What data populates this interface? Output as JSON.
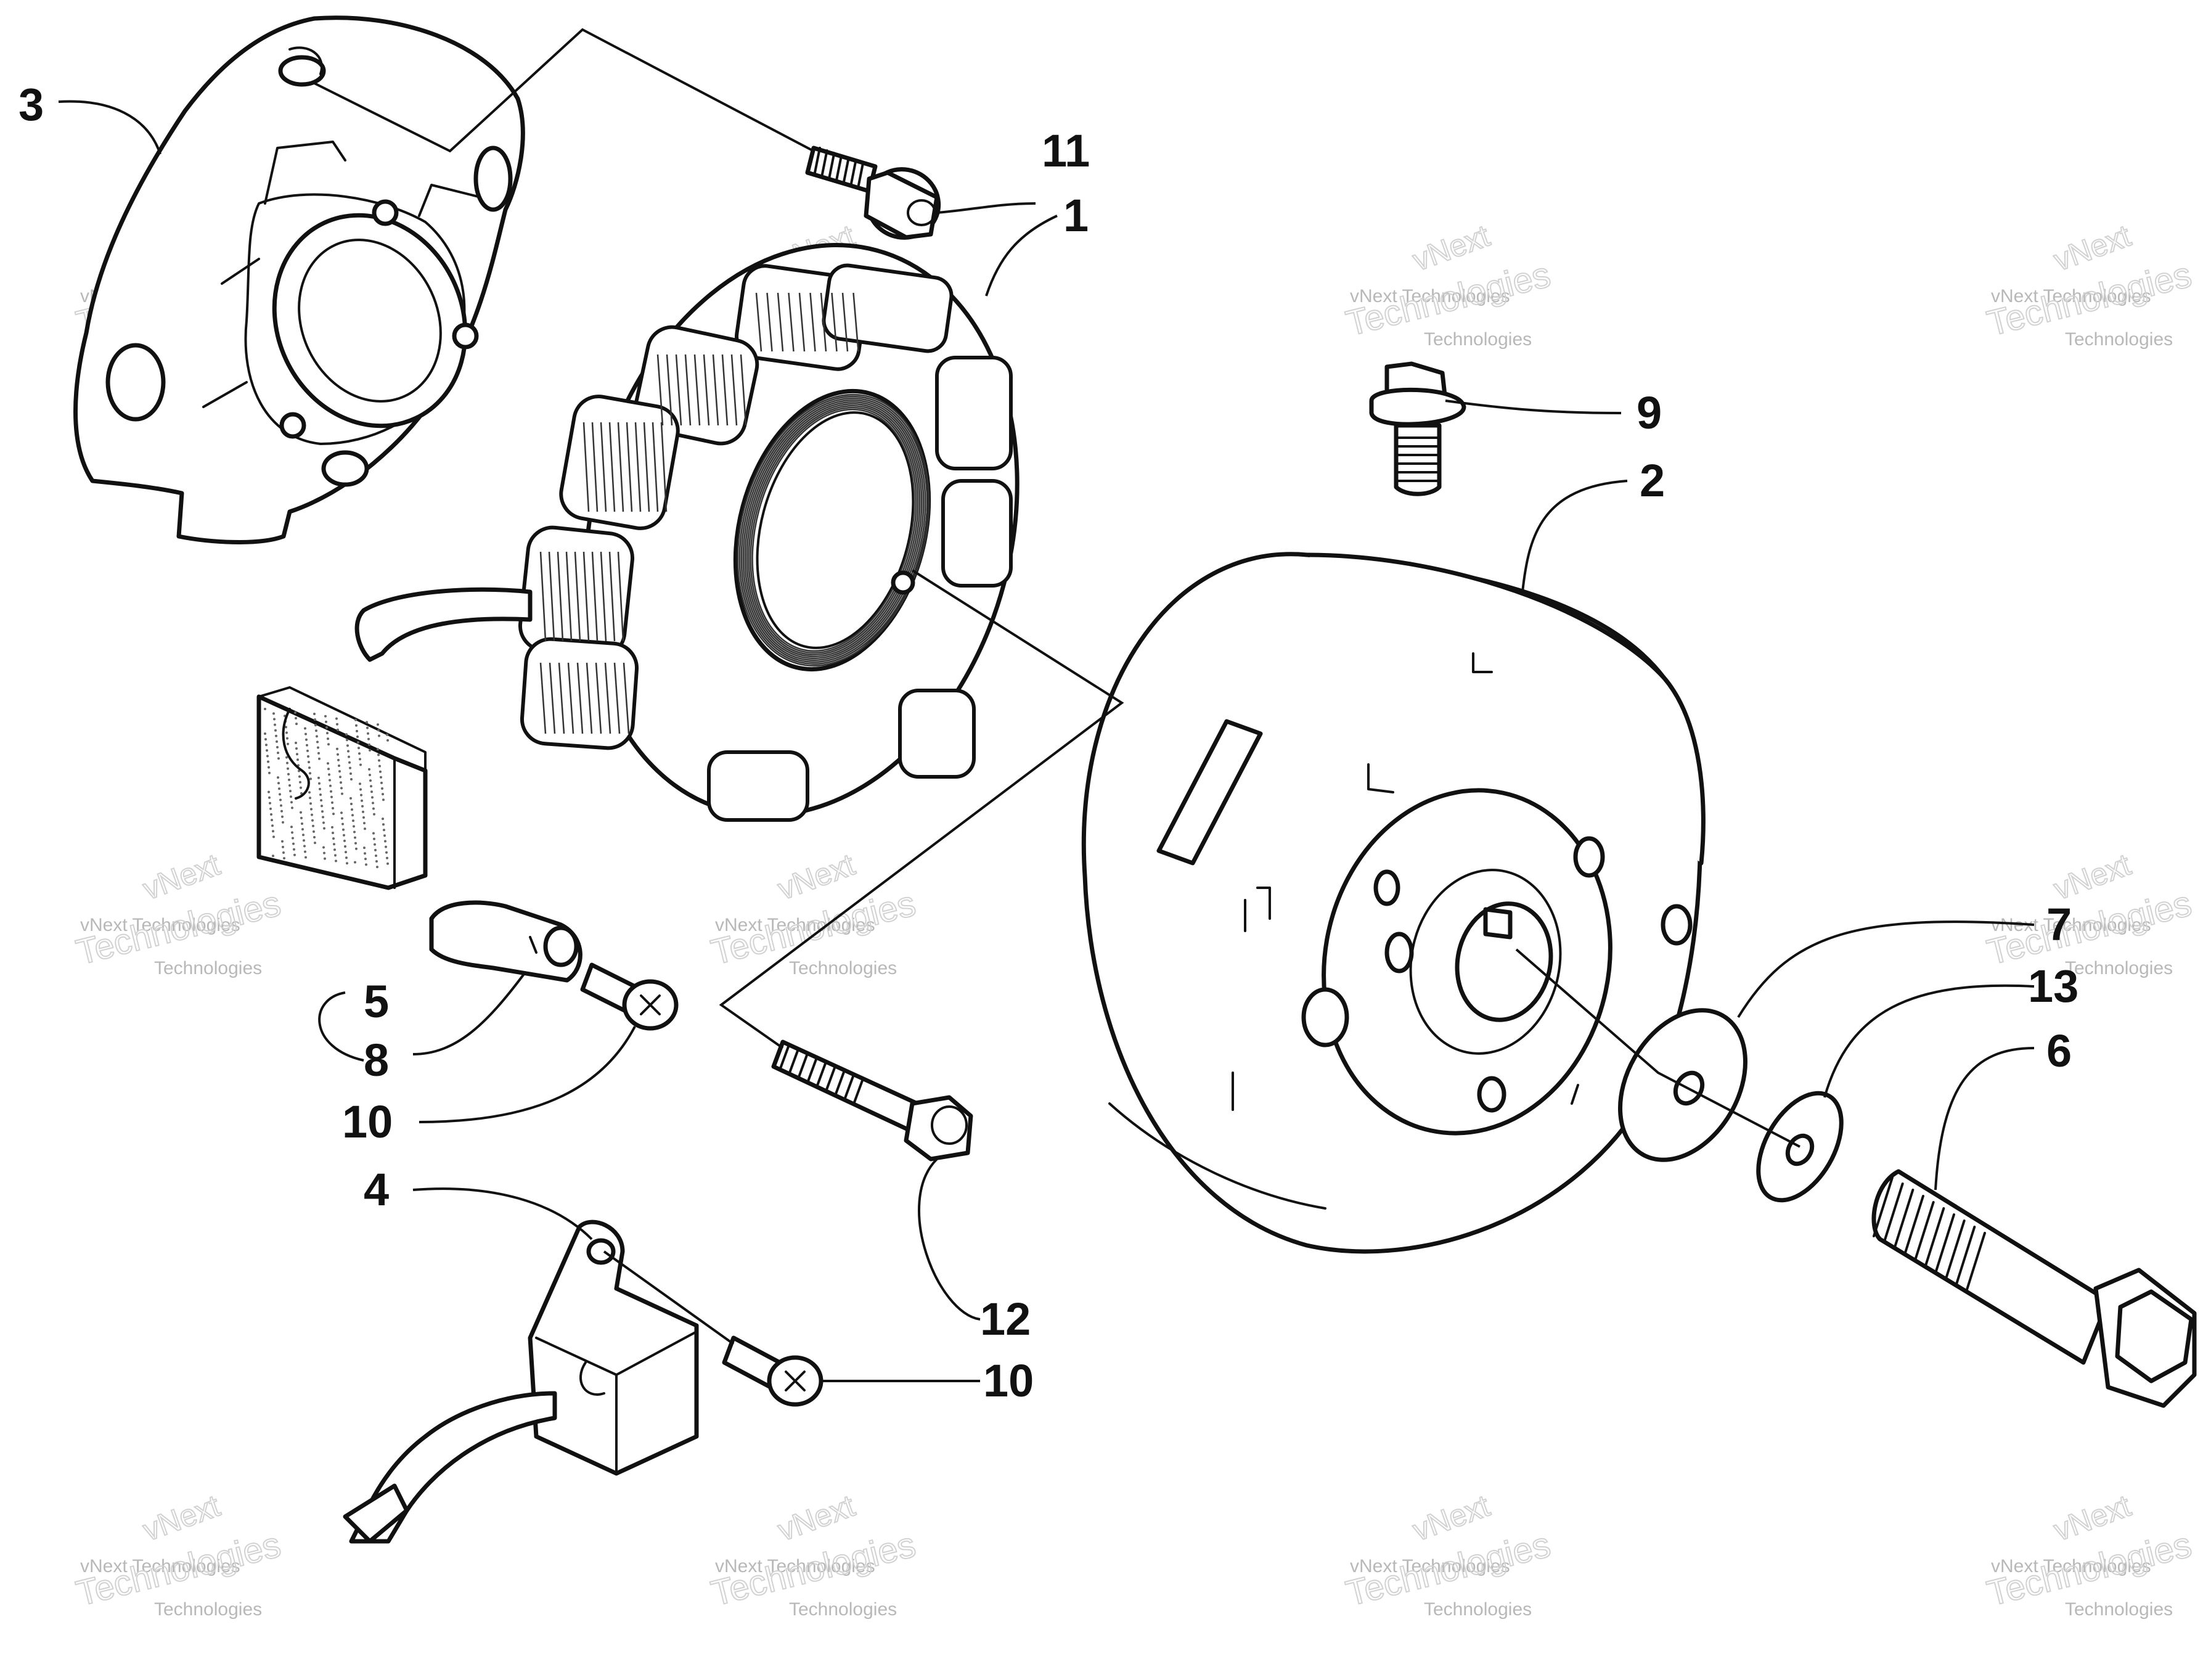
{
  "callouts": [
    {
      "id": "1",
      "label": "1"
    },
    {
      "id": "2",
      "label": "2"
    },
    {
      "id": "3",
      "label": "3"
    },
    {
      "id": "4",
      "label": "4"
    },
    {
      "id": "5",
      "label": "5"
    },
    {
      "id": "6",
      "label": "6"
    },
    {
      "id": "7",
      "label": "7"
    },
    {
      "id": "8",
      "label": "8"
    },
    {
      "id": "9",
      "label": "9"
    },
    {
      "id": "10a",
      "label": "10"
    },
    {
      "id": "10b",
      "label": "10"
    },
    {
      "id": "11",
      "label": "11"
    },
    {
      "id": "12",
      "label": "12"
    },
    {
      "id": "13",
      "label": "13"
    }
  ],
  "watermark": {
    "line1": "vNext Technologies",
    "line2": "Technologies",
    "line3": "vNext"
  },
  "colors": {
    "ink": "#111111",
    "background": "#ffffff",
    "watermark": "#bbbbbb"
  }
}
